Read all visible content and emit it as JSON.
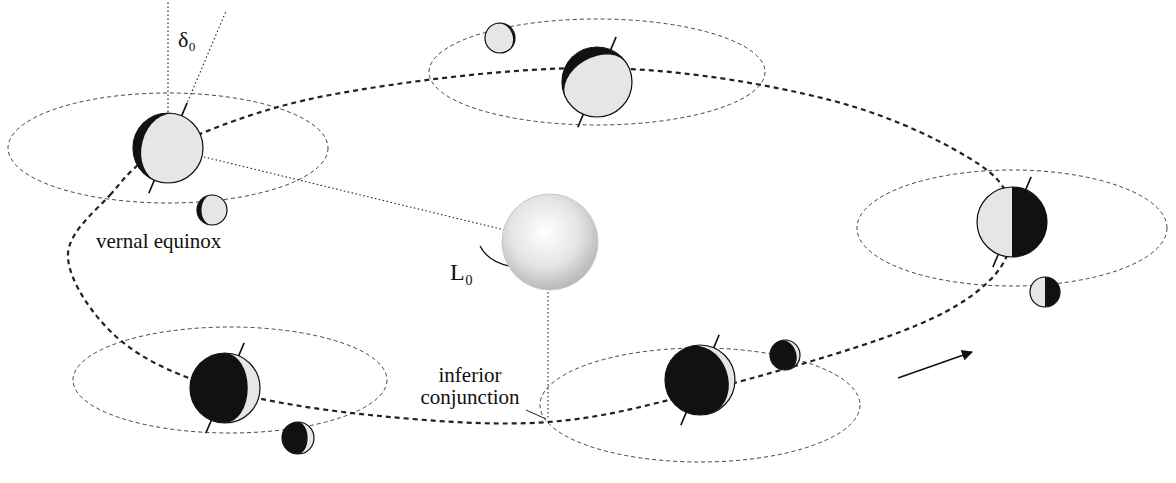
{
  "diagram": {
    "labels": [
      "δ₀",
      "vernal equinox",
      "L₀",
      "inferior conjunction"
    ]
  }
}
